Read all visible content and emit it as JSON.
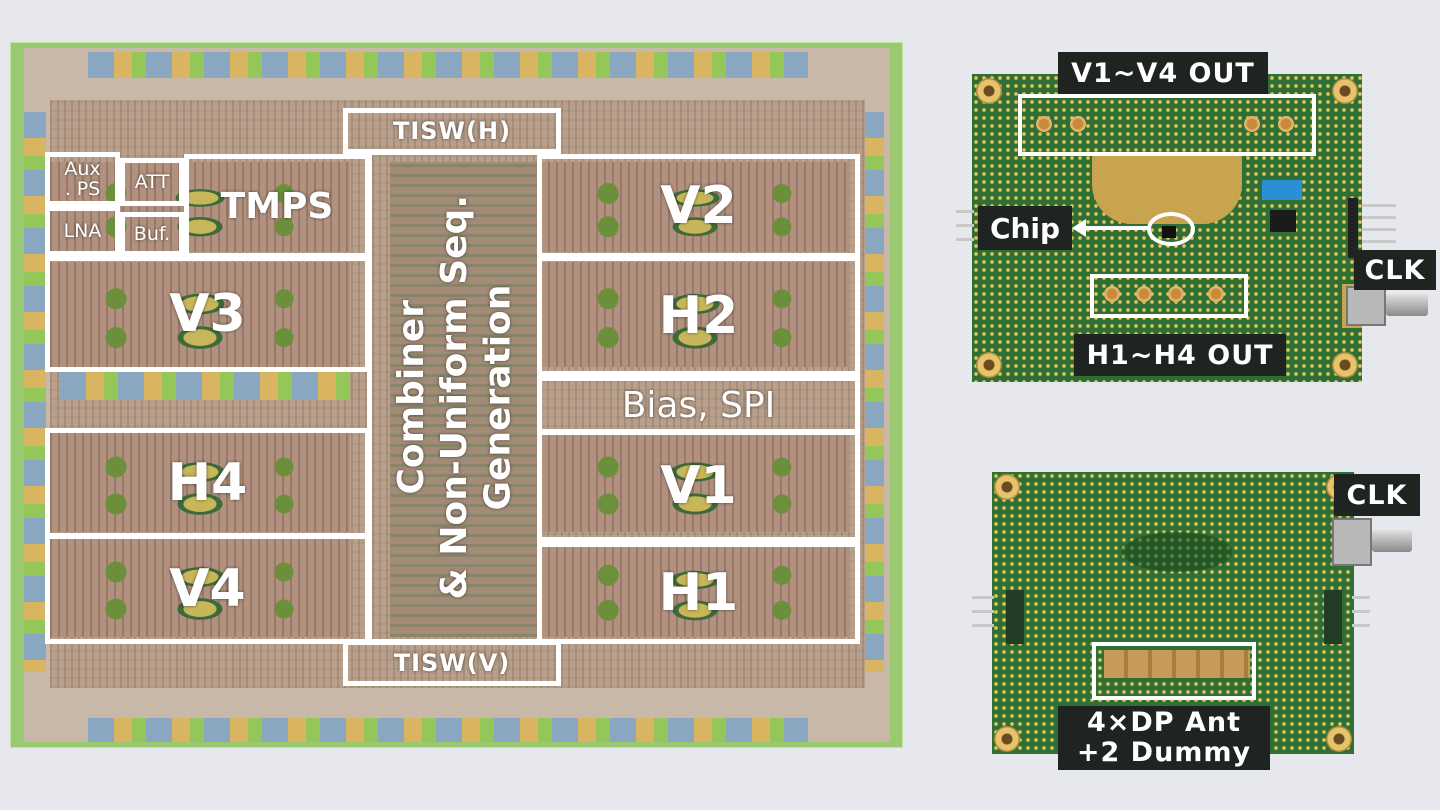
{
  "die": {
    "blocks": {
      "tisw_h": "TISW(H)",
      "tisw_v": "TISW(V)",
      "aux_ps": "Aux\n. PS",
      "att": "ATT",
      "lna": "LNA",
      "buf": "Buf.",
      "tmps": "TMPS",
      "v3": "V3",
      "h4": "H4",
      "v4": "V4",
      "v2": "V2",
      "h2": "H2",
      "bias_spi": "Bias, SPI",
      "v1": "V1",
      "h1": "H1",
      "combiner": "Combiner\n& Non-Uniform Seq.\nGeneration"
    }
  },
  "pcb_top": {
    "out_v": "V1~V4 OUT",
    "out_h": "H1~H4 OUT",
    "chip": "Chip",
    "clk": "CLK"
  },
  "pcb_bottom": {
    "clk": "CLK",
    "antenna_line1": "4×DP Ant",
    "antenna_line2": "+2 Dummy"
  },
  "colors": {
    "pcb_green": "#2f6f35",
    "label_bg": "#1f2420",
    "outline": "#ffffff"
  }
}
